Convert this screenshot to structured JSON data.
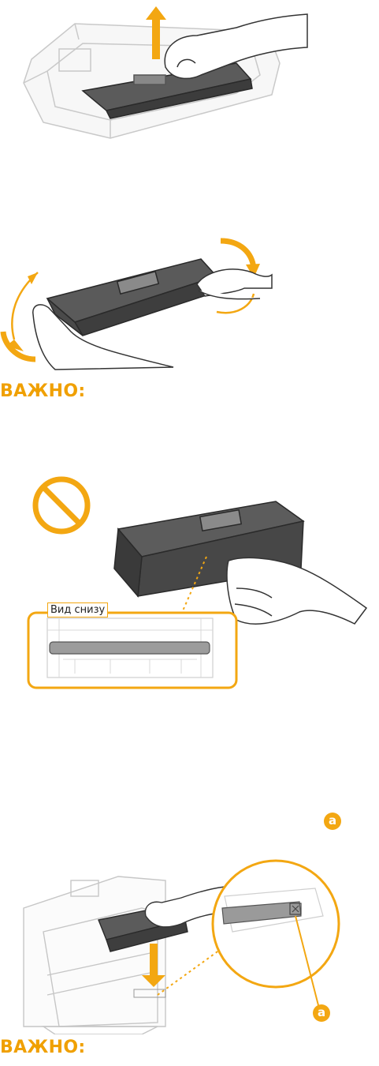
{
  "important_heading_1": "ВАЖНО:",
  "important_heading_2": "ВАЖНО:",
  "callout_label": "Вид снизу",
  "marker_letter": "a",
  "colors": {
    "accent": "#f3a712",
    "heading": "#f0a000",
    "line": "#3a3a3a",
    "light_line": "#bdbdbd"
  }
}
